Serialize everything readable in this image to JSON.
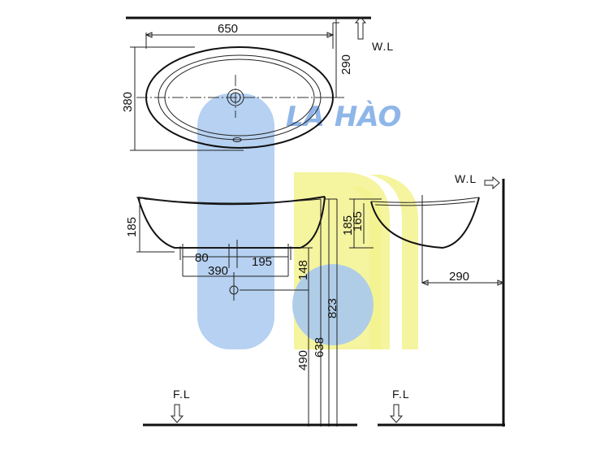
{
  "watermark": {
    "text": "LA HÀO",
    "blue": "#a9c9ef",
    "yellow": "#f3f28e"
  },
  "top_view": {
    "width_dim": "650",
    "depth_dim": "380",
    "offset_dim": "290",
    "wall_label": "W.L"
  },
  "front_view": {
    "height_dim": "185",
    "drain_offset_left": "80",
    "drain_offset_right": "195",
    "drain_span": "390",
    "drain_height": "148"
  },
  "heights": {
    "trap_height": "823",
    "top_height": "638",
    "drain_pipe_height": "490"
  },
  "side_view": {
    "height_dim_outer": "185",
    "height_dim_inner": "165",
    "wall_offset": "290",
    "wall_label": "W.L"
  },
  "floor": {
    "left_label": "F.L",
    "right_label": "F.L"
  }
}
